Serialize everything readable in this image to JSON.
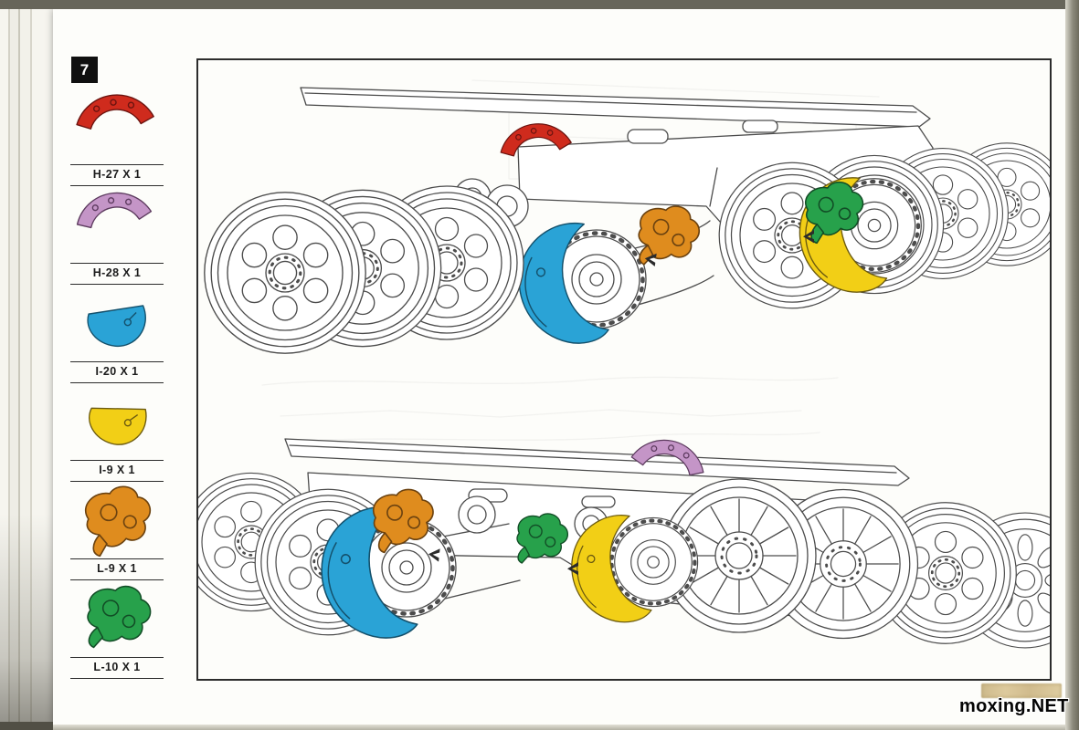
{
  "page": {
    "step_number": "7",
    "watermark": "moxing.NET"
  },
  "parts": [
    {
      "id": "H-27",
      "label": "H-27 X 1",
      "color": "#cf2b1d",
      "shape": "fender-arc-segment"
    },
    {
      "id": "H-28",
      "label": "H-28 X 1",
      "color": "#c495c7",
      "shape": "fender-arc-segment"
    },
    {
      "id": "I-20",
      "label": "I-20 X 1",
      "color": "#2aa3d6",
      "shape": "mudguard-half-disc"
    },
    {
      "id": "I-9",
      "label": "I-9 X 1",
      "color": "#f2cf16",
      "shape": "mudguard-half-disc"
    },
    {
      "id": "L-9",
      "label": "L-9 X 1",
      "color": "#df8c1e",
      "shape": "mount-bracket"
    },
    {
      "id": "L-10",
      "label": "L-10 X 1",
      "color": "#27a14b",
      "shape": "mount-bracket"
    }
  ],
  "diagram": {
    "upper_view_parts": [
      "H-27",
      "I-20",
      "L-9",
      "L-10",
      "I-9"
    ],
    "lower_view_parts": [
      "I-20",
      "L-9",
      "L-10",
      "I-9",
      "H-28"
    ]
  }
}
